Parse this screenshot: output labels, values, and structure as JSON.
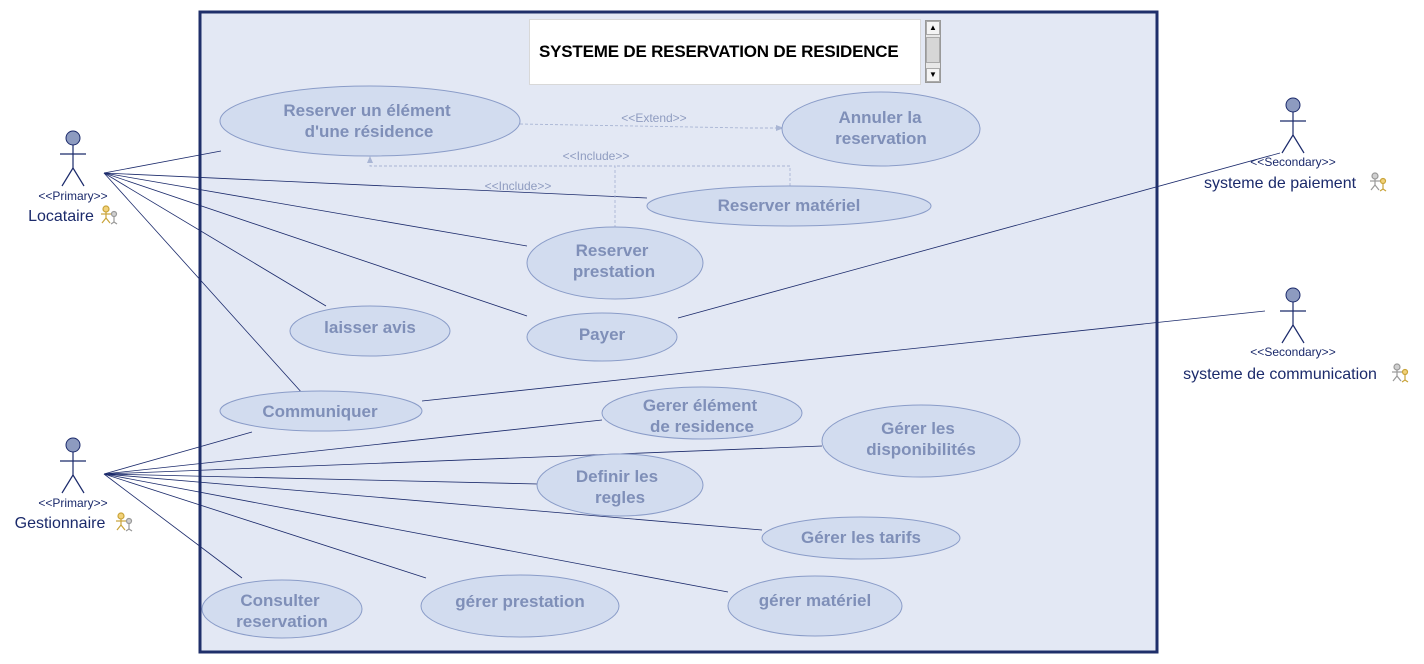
{
  "system": {
    "title": "SYSTEME DE RESERVATION DE RESIDENCE"
  },
  "actors": [
    {
      "id": "locataire",
      "stereotype": "<<Primary>>",
      "label": "Locataire"
    },
    {
      "id": "gestionnaire",
      "stereotype": "<<Primary>>",
      "label": "Gestionnaire"
    },
    {
      "id": "paiement",
      "stereotype": "<<Secondary>>",
      "label": "systeme de paiement"
    },
    {
      "id": "communication",
      "stereotype": "<<Secondary>>",
      "label": "systeme de communication"
    }
  ],
  "use_cases": [
    {
      "id": "reserver-element",
      "lines": [
        "Reserver un élément",
        "d'une résidence"
      ]
    },
    {
      "id": "annuler-reservation",
      "lines": [
        "Annuler la",
        "reservation"
      ]
    },
    {
      "id": "reserver-materiel",
      "lines": [
        "Reserver matériel"
      ]
    },
    {
      "id": "reserver-prestation",
      "lines": [
        "Reserver",
        "prestation"
      ]
    },
    {
      "id": "laisser-avis",
      "lines": [
        "laisser avis"
      ]
    },
    {
      "id": "payer",
      "lines": [
        "Payer"
      ]
    },
    {
      "id": "communiquer",
      "lines": [
        "Communiquer"
      ]
    },
    {
      "id": "gerer-element",
      "lines": [
        "Gerer élément",
        "de residence"
      ]
    },
    {
      "id": "gerer-disponibilites",
      "lines": [
        "Gérer les",
        "disponibilités"
      ]
    },
    {
      "id": "definir-regles",
      "lines": [
        "Definir les",
        "regles"
      ]
    },
    {
      "id": "gerer-tarifs",
      "lines": [
        "Gérer les tarifs"
      ]
    },
    {
      "id": "consulter-reservation",
      "lines": [
        "Consulter",
        "reservation"
      ]
    },
    {
      "id": "gerer-prestation",
      "lines": [
        "gérer prestation"
      ]
    },
    {
      "id": "gerer-materiel",
      "lines": [
        "gérer matériel"
      ]
    }
  ],
  "relationships": [
    {
      "id": "extend",
      "label": "<<Extend>>"
    },
    {
      "id": "include-prestation",
      "label": "<<Include>>"
    },
    {
      "id": "include-materiel",
      "label": "<<Include>>"
    }
  ],
  "colors": {
    "system_border": "#1f2f6a",
    "system_fill": "#e3e8f4",
    "usecase_fill": "#d2dcef",
    "usecase_stroke": "#8a9cc8",
    "usecase_text": "#7f8fb8",
    "actor_text": "#1b2a6b",
    "line": "#1b2a6b",
    "dashed": "#a9b5d4"
  }
}
